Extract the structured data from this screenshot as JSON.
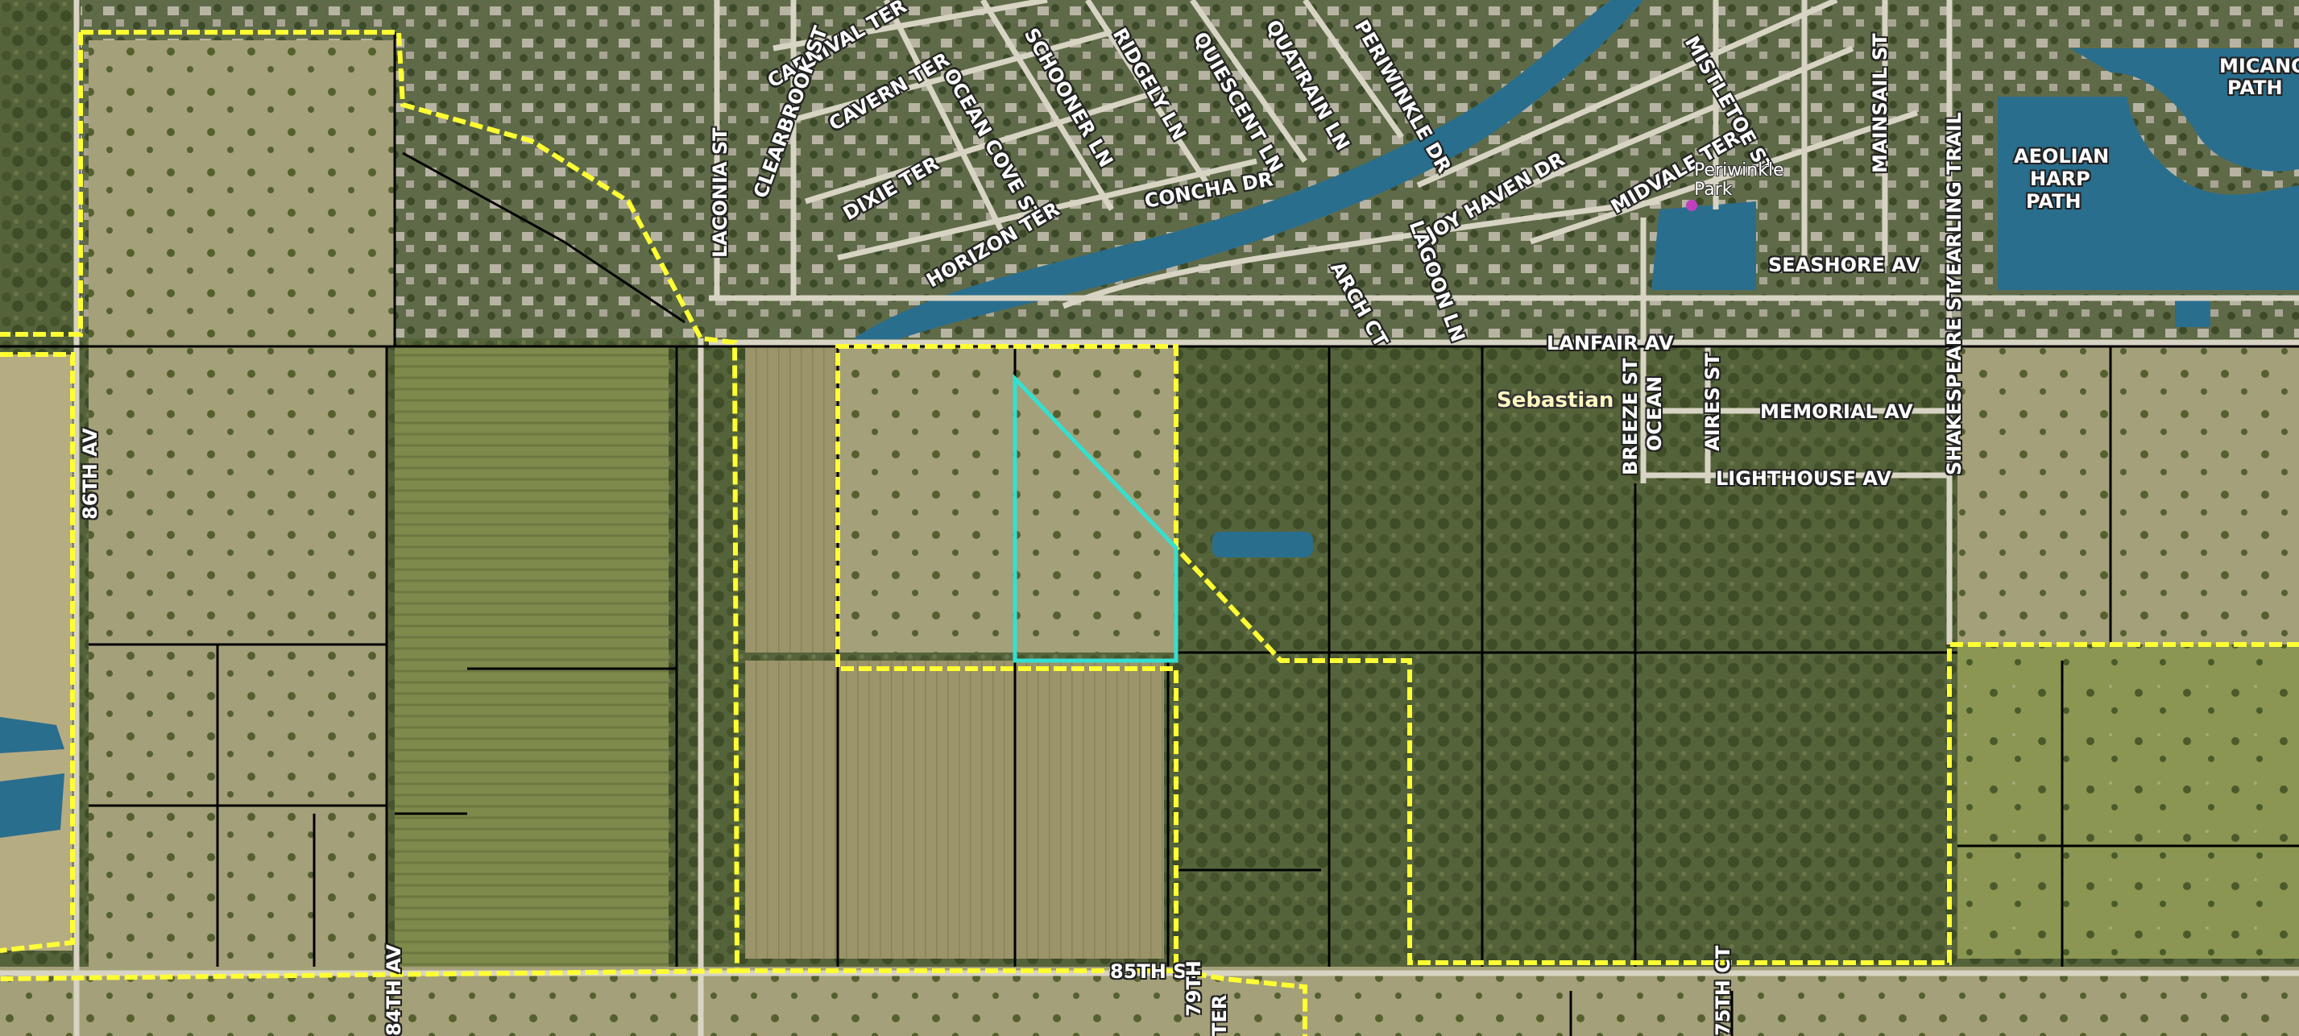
{
  "map": {
    "colors": {
      "parcel_line": "#000000",
      "city_limit": "#ffff33",
      "subject_parcel": "#33e0d0",
      "water": "#2a6e8e",
      "poi_marker": "#c040c0"
    },
    "place_label": "Sebastian",
    "poi": {
      "name_line1": "Periwinkle",
      "name_line2": "Park",
      "icon": "park-dot-icon"
    },
    "streets": [
      "CARNIVAL TER",
      "CAVERN TER",
      "CLEARBROOK ST",
      "LACONIA ST",
      "OCEAN COVE ST",
      "SCHOONER LN",
      "RIDGELY LN",
      "QUIESCENT LN",
      "QUATRAIN LN",
      "PERIWINKLE DR",
      "DIXIE TER",
      "HORIZON TER",
      "CONCHA DR",
      "JOY HAVEN DR",
      "MISTLETOE ST",
      "MIDVALE TER",
      "MAINSAIL ST",
      "SEASHORE AV",
      "YEARLING TRAIL",
      "MICANOPY",
      "PATH",
      "AEOLIAN",
      "HARP",
      "PATH",
      "ARCH CT",
      "LAGOON LN",
      "LANFAIR AV",
      "OCEAN",
      "BREEZE ST",
      "AIRES ST",
      "MEMORIAL AV",
      "SHAKESPEARE ST",
      "LIGHTHOUSE AV",
      "86TH AV",
      "84TH AV",
      "85TH ST",
      "79TH",
      "TER",
      "75TH CT"
    ]
  }
}
